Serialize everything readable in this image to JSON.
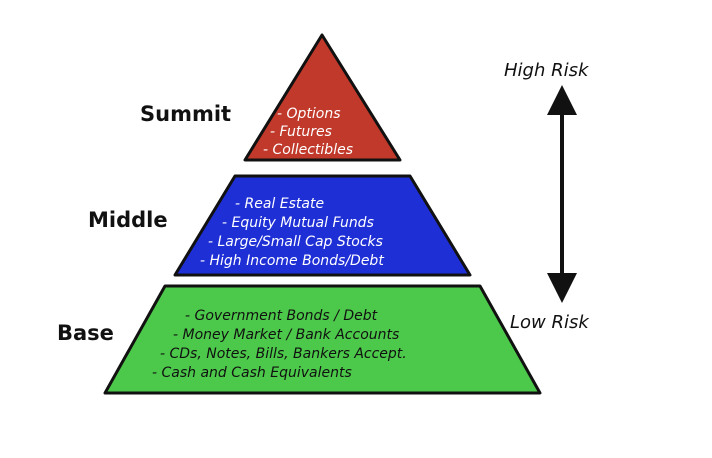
{
  "tiers": {
    "summit": {
      "name": "Summit",
      "color": "#c0392b",
      "items": [
        "- Options",
        "- Futures",
        "- Collectibles"
      ]
    },
    "middle": {
      "name": "Middle",
      "color": "#1f2fd6",
      "items": [
        "-  Real Estate",
        "- Equity Mutual Funds",
        "- Large/Small Cap Stocks",
        "- High Income Bonds/Debt"
      ]
    },
    "base": {
      "name": "Base",
      "color": "#4cc94a",
      "items": [
        "- Government Bonds / Debt",
        "- Money Market / Bank Accounts",
        "- CDs, Notes, Bills, Bankers Accept.",
        "- Cash and Cash Equivalents"
      ]
    }
  },
  "risk_scale": {
    "high_label": "High Risk",
    "low_label": "Low Risk"
  }
}
